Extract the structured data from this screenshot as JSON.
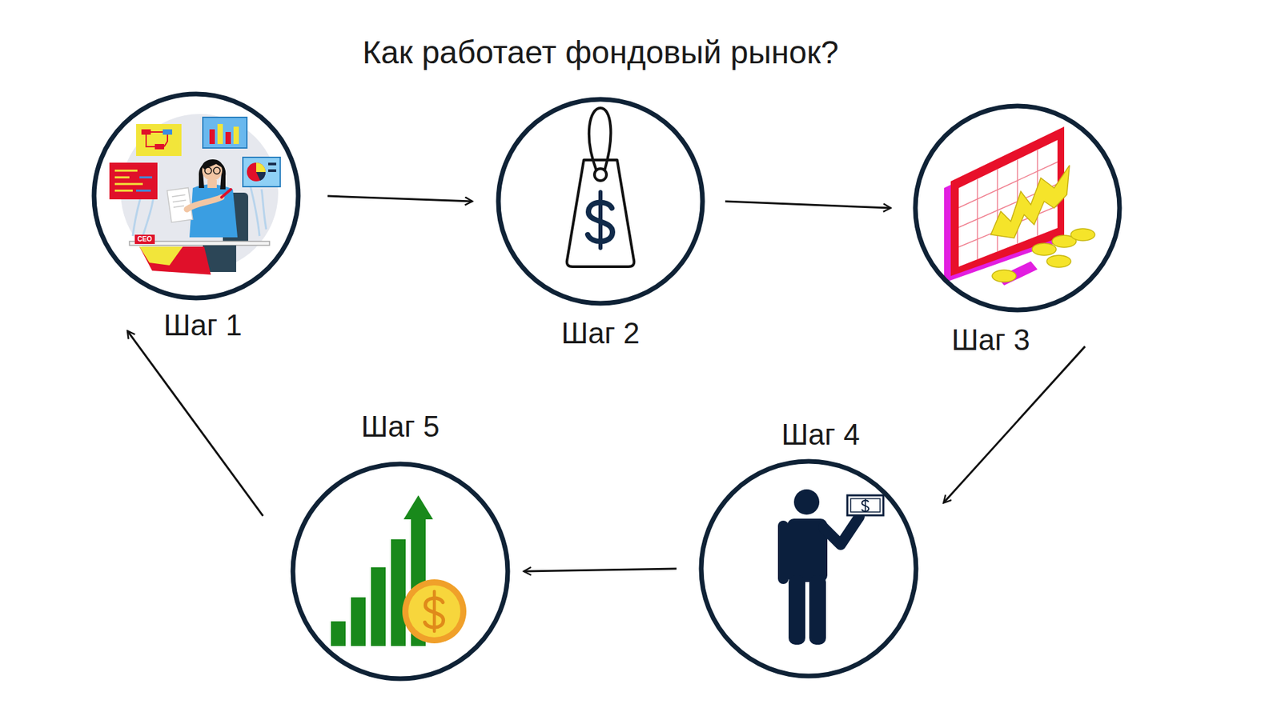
{
  "diagram": {
    "title": "Как работает фондовый рынок?",
    "nodes": [
      {
        "text": [
          "Шаг 1"
        ]
      },
      {
        "text": [
          "Шаг 2"
        ]
      },
      {
        "text": [
          "Шаг 3"
        ]
      },
      {
        "text": [
          "Шаг 4"
        ]
      },
      {
        "text": [
          "Шаг 5"
        ]
      }
    ],
    "edges": [
      {
        "from": 0,
        "to": 1,
        "arrow": "to"
      },
      {
        "from": 1,
        "to": 2,
        "arrow": "to"
      },
      {
        "from": 2,
        "to": 3,
        "arrow": "to"
      },
      {
        "from": 3,
        "to": 4,
        "arrow": "to"
      },
      {
        "from": 4,
        "to": 0,
        "arrow": "to"
      }
    ],
    "labels": [
      "CEO"
    ]
  }
}
